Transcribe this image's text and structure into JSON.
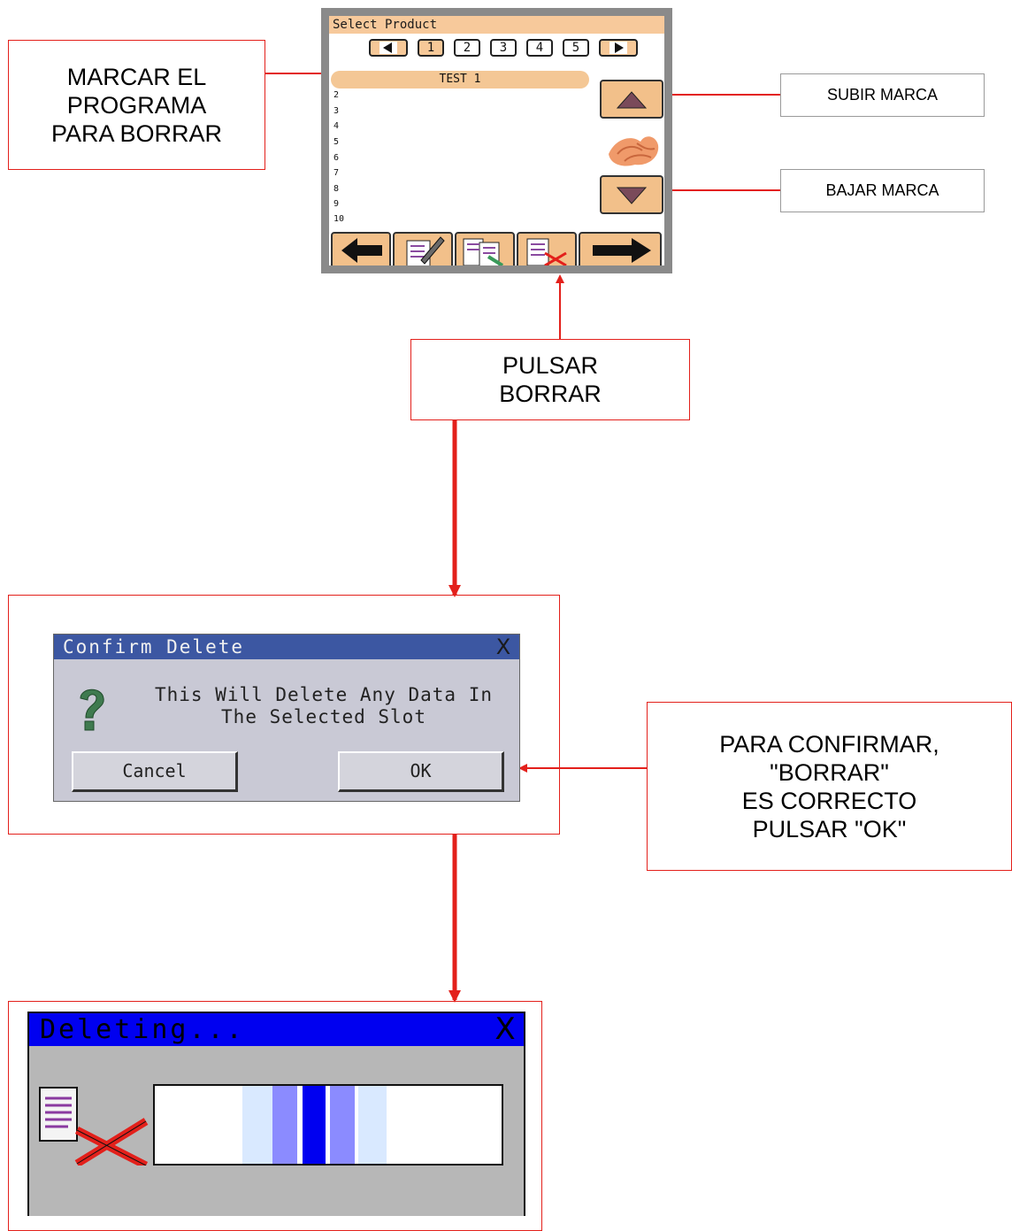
{
  "callouts": {
    "marcar": "MARCAR EL\nPROGRAMA\nPARA BORRAR",
    "subir": "SUBIR MARCA",
    "bajar": "BAJAR MARCA",
    "pulsar": "PULSAR\nBORRAR",
    "confirmar": "PARA CONFIRMAR,\n\"BORRAR\"\nES CORRECTO\nPULSAR \"OK\""
  },
  "select_screen": {
    "title": "Select Product",
    "pages": [
      "1",
      "2",
      "3",
      "4",
      "5"
    ],
    "selected_page": "1",
    "selected_item": "TEST 1",
    "rows": [
      "2",
      "3",
      "4",
      "5",
      "6",
      "7",
      "8",
      "9",
      "10"
    ]
  },
  "confirm_dialog": {
    "title": "Confirm Delete",
    "close": "X",
    "message": "This Will Delete Any Data In\nThe Selected Slot",
    "cancel": "Cancel",
    "ok": "OK"
  },
  "progress_dialog": {
    "title": "Deleting...",
    "close": "X"
  },
  "colors": {
    "arrow": "#e3201b",
    "callout_border": "#e3201b",
    "button_fill": "#f2c08a",
    "dialog_title": "#3c57a2",
    "progress_title": "#0000f0"
  }
}
